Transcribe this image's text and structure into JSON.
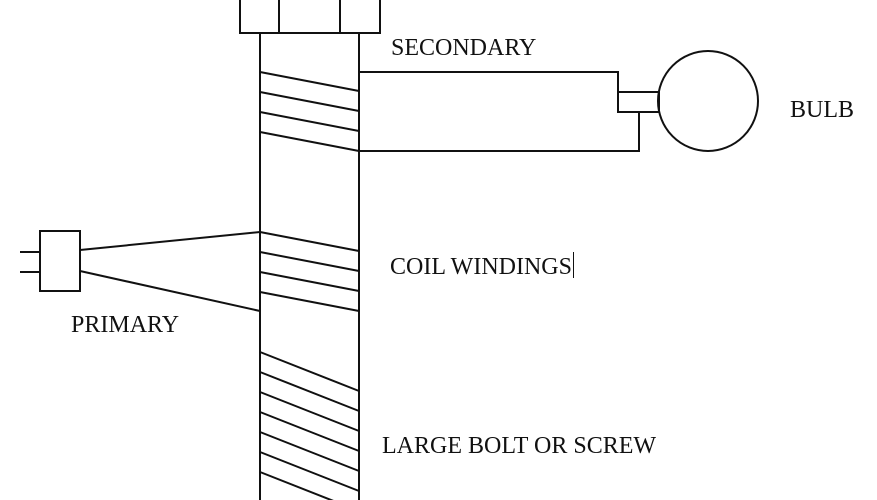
{
  "diagram": {
    "title": "Transformer made from a bolt with primary and secondary coil windings",
    "labels": {
      "secondary": "SECONDARY",
      "bulb": "BULB",
      "coil_windings": "COIL WINDINGS",
      "primary": "PRIMARY",
      "bolt": "LARGE BOLT OR SCREW"
    },
    "components": [
      {
        "id": "bolt-head",
        "type": "hex-head"
      },
      {
        "id": "bolt-shaft",
        "type": "rectangle"
      },
      {
        "id": "secondary-coil",
        "turns": 4
      },
      {
        "id": "primary-coil",
        "turns": 4
      },
      {
        "id": "bolt-threads",
        "visible_turns": 7
      },
      {
        "id": "bulb",
        "type": "circle-with-socket"
      },
      {
        "id": "plug",
        "type": "two-prong"
      }
    ],
    "connections": [
      {
        "from": "plug",
        "to": "primary-coil",
        "label": "PRIMARY"
      },
      {
        "from": "secondary-coil",
        "to": "bulb",
        "label": "SECONDARY"
      }
    ],
    "colors": {
      "line": "#111111",
      "background": "#ffffff"
    }
  }
}
